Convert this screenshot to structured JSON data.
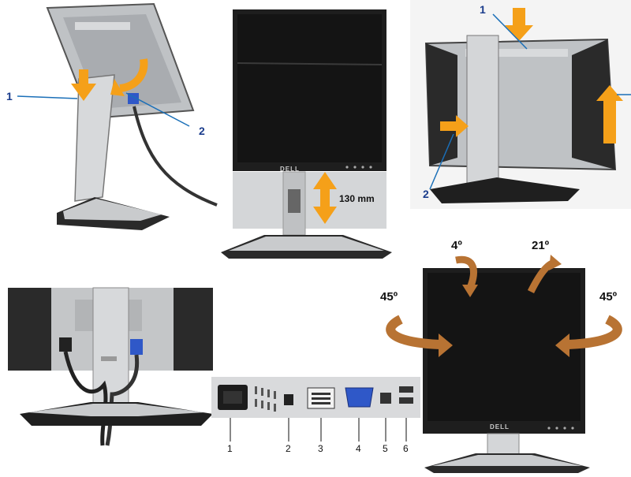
{
  "colors": {
    "arrow_orange": "#f5a019",
    "arrow_brown": "#b87333",
    "bezel": "#1e1e1e",
    "stand_silver": "#c8cacc",
    "callout_line": "#1a6fb8"
  },
  "panels": {
    "tilt_release": {
      "callouts": [
        "1",
        "2"
      ]
    },
    "height_front": {
      "brand": "DELL",
      "height_label": "130 mm"
    },
    "height_back": {
      "callouts": [
        "1",
        "2"
      ]
    },
    "cable_routing": {},
    "connectors": {
      "port_numbers": [
        "1",
        "2",
        "3",
        "4",
        "5",
        "6"
      ]
    },
    "swivel_tilt": {
      "brand": "DELL",
      "angles": {
        "tilt_forward": "4º",
        "tilt_back": "21º",
        "swivel_left": "45º",
        "swivel_right": "45º"
      }
    }
  }
}
